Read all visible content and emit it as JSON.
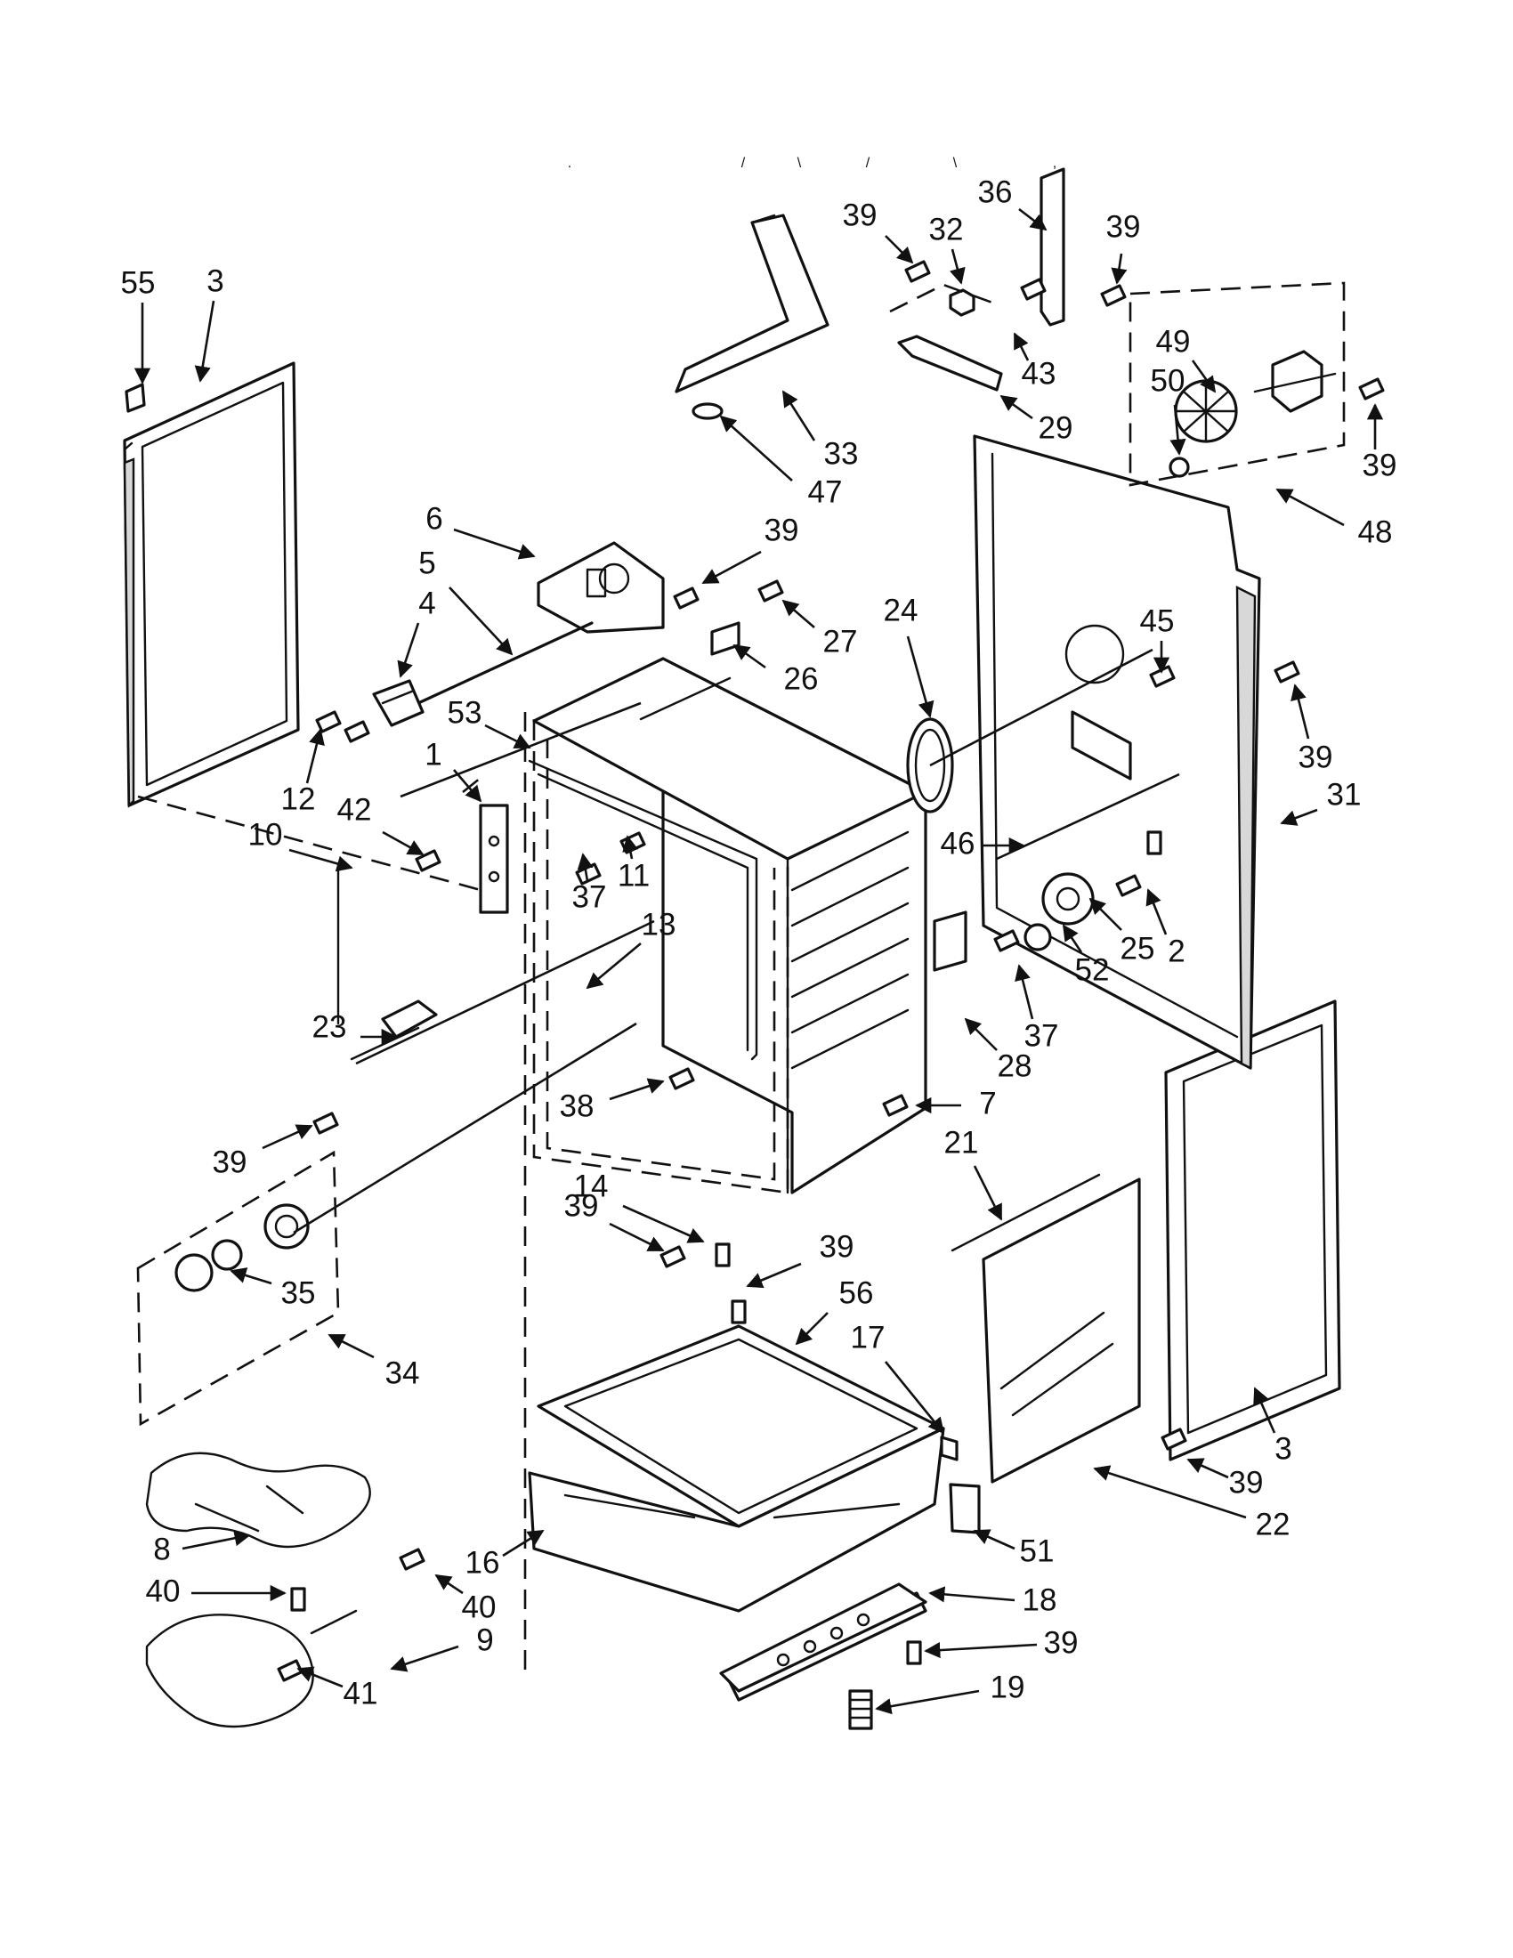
{
  "diagram": {
    "callouts": [
      {
        "id": "c55",
        "text": "55"
      },
      {
        "id": "c3a",
        "text": "3"
      },
      {
        "id": "c6",
        "text": "6"
      },
      {
        "id": "c5",
        "text": "5"
      },
      {
        "id": "c4",
        "text": "4"
      },
      {
        "id": "c39a",
        "text": "39"
      },
      {
        "id": "c27",
        "text": "27"
      },
      {
        "id": "c26",
        "text": "26"
      },
      {
        "id": "c24",
        "text": "24"
      },
      {
        "id": "c12",
        "text": "12"
      },
      {
        "id": "c53",
        "text": "53"
      },
      {
        "id": "c1",
        "text": "1"
      },
      {
        "id": "c42",
        "text": "42"
      },
      {
        "id": "c10",
        "text": "10"
      },
      {
        "id": "c37a",
        "text": "37"
      },
      {
        "id": "c11",
        "text": "11"
      },
      {
        "id": "c13",
        "text": "13"
      },
      {
        "id": "c23",
        "text": "23"
      },
      {
        "id": "c38",
        "text": "38"
      },
      {
        "id": "c39b",
        "text": "39"
      },
      {
        "id": "c14",
        "text": "14"
      },
      {
        "id": "c39c",
        "text": "39"
      },
      {
        "id": "c35",
        "text": "35"
      },
      {
        "id": "c34",
        "text": "34"
      },
      {
        "id": "c39d",
        "text": "39"
      },
      {
        "id": "c56",
        "text": "56"
      },
      {
        "id": "c17",
        "text": "17"
      },
      {
        "id": "c8",
        "text": "8"
      },
      {
        "id": "c40a",
        "text": "40"
      },
      {
        "id": "c40b",
        "text": "40"
      },
      {
        "id": "c16",
        "text": "16"
      },
      {
        "id": "c9",
        "text": "9"
      },
      {
        "id": "c41",
        "text": "41"
      },
      {
        "id": "c39e",
        "text": "39"
      },
      {
        "id": "c32",
        "text": "32"
      },
      {
        "id": "c36",
        "text": "36"
      },
      {
        "id": "c39f",
        "text": "39"
      },
      {
        "id": "c43",
        "text": "43"
      },
      {
        "id": "c29",
        "text": "29"
      },
      {
        "id": "c33",
        "text": "33"
      },
      {
        "id": "c47",
        "text": "47"
      },
      {
        "id": "c49",
        "text": "49"
      },
      {
        "id": "c50",
        "text": "50"
      },
      {
        "id": "c39g",
        "text": "39"
      },
      {
        "id": "c48",
        "text": "48"
      },
      {
        "id": "c45",
        "text": "45"
      },
      {
        "id": "c39h",
        "text": "39"
      },
      {
        "id": "c31",
        "text": "31"
      },
      {
        "id": "c46",
        "text": "46"
      },
      {
        "id": "c2",
        "text": "2"
      },
      {
        "id": "c52",
        "text": "52"
      },
      {
        "id": "c25",
        "text": "25"
      },
      {
        "id": "c37b",
        "text": "37"
      },
      {
        "id": "c28",
        "text": "28"
      },
      {
        "id": "c7",
        "text": "7"
      },
      {
        "id": "c21",
        "text": "21"
      },
      {
        "id": "c3b",
        "text": "3"
      },
      {
        "id": "c39i",
        "text": "39"
      },
      {
        "id": "c22",
        "text": "22"
      },
      {
        "id": "c51",
        "text": "51"
      },
      {
        "id": "c18",
        "text": "18"
      },
      {
        "id": "c39j",
        "text": "39"
      },
      {
        "id": "c19",
        "text": "19"
      }
    ]
  }
}
